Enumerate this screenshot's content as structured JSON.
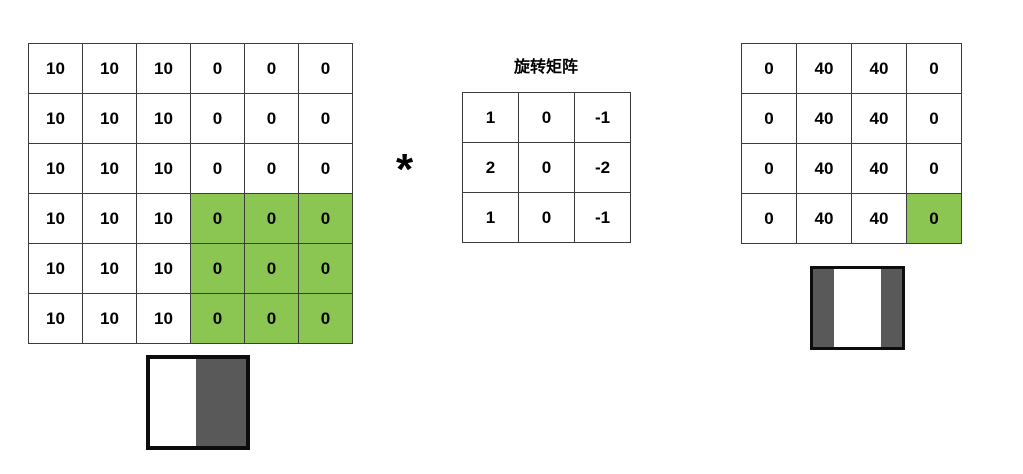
{
  "colors": {
    "highlight_green": "#8cc652",
    "grid_border": "#3c3c3c",
    "dark_gray": "#595959",
    "preview_border": "#0d0d0d"
  },
  "operator": {
    "symbol": "*"
  },
  "input_matrix": {
    "cells": [
      [
        "10",
        "10",
        "10",
        "0",
        "0",
        "0"
      ],
      [
        "10",
        "10",
        "10",
        "0",
        "0",
        "0"
      ],
      [
        "10",
        "10",
        "10",
        "0",
        "0",
        "0"
      ],
      [
        "10",
        "10",
        "10",
        "0",
        "0",
        "0"
      ],
      [
        "10",
        "10",
        "10",
        "0",
        "0",
        "0"
      ],
      [
        "10",
        "10",
        "10",
        "0",
        "0",
        "0"
      ]
    ],
    "highlight": [
      [
        3,
        3
      ],
      [
        3,
        4
      ],
      [
        3,
        5
      ],
      [
        4,
        3
      ],
      [
        4,
        4
      ],
      [
        4,
        5
      ],
      [
        5,
        3
      ],
      [
        5,
        4
      ],
      [
        5,
        5
      ]
    ]
  },
  "kernel": {
    "label": "旋转矩阵",
    "cells": [
      [
        "1",
        "0",
        "-1"
      ],
      [
        "2",
        "0",
        "-2"
      ],
      [
        "1",
        "0",
        "-1"
      ]
    ],
    "highlight": []
  },
  "output_matrix": {
    "cells": [
      [
        "0",
        "40",
        "40",
        "0"
      ],
      [
        "0",
        "40",
        "40",
        "0"
      ],
      [
        "0",
        "40",
        "40",
        "0"
      ],
      [
        "0",
        "40",
        "40",
        "0"
      ]
    ],
    "highlight": [
      [
        3,
        3
      ]
    ]
  },
  "input_preview": {
    "stripes": [
      {
        "name": "white-region",
        "color": "#ffffff",
        "width_pct": 48
      },
      {
        "name": "dark-region",
        "color": "#595959",
        "width_pct": 52
      }
    ]
  },
  "output_preview": {
    "stripes": [
      {
        "name": "dark-region",
        "color": "#595959",
        "width_pct": 24
      },
      {
        "name": "white-region",
        "color": "#ffffff",
        "width_pct": 52
      },
      {
        "name": "dark-region",
        "color": "#595959",
        "width_pct": 24
      }
    ]
  }
}
